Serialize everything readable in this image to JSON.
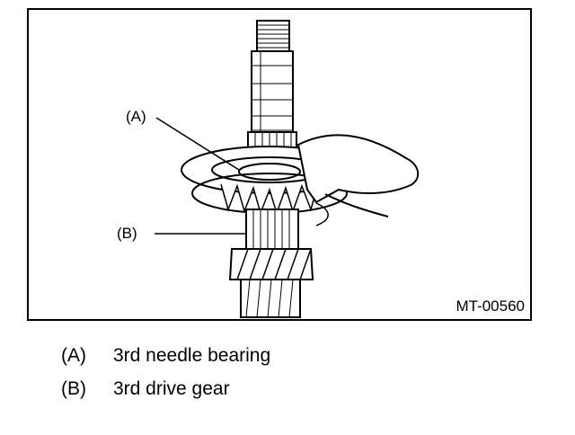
{
  "figure": {
    "code": "MT-00560",
    "callouts": {
      "a": "(A)",
      "b": "(B)"
    }
  },
  "legend": [
    {
      "key": "(A)",
      "text": "3rd needle bearing"
    },
    {
      "key": "(B)",
      "text": "3rd drive gear"
    }
  ]
}
